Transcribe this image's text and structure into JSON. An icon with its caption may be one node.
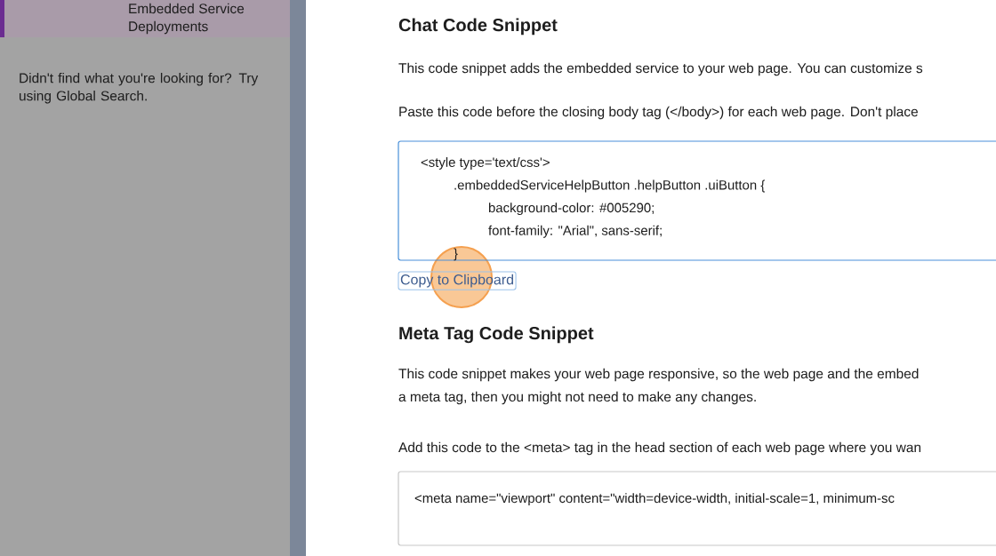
{
  "diagram": {
    "nodes": [
      {
        "text": [
          "Embedded Service Deployments"
        ]
      },
      {
        "text": [
          "<style type='text/css'>",
          ".embeddedServiceHelpButton .helpButton .uiButton {",
          "background-color: #005290;",
          "font-family: \"Arial\", sans-serif;",
          "}"
        ]
      },
      {
        "text": [
          "Copy to Clipboard"
        ]
      },
      {
        "text": [
          "<meta name=\"viewport\" content=\"width=device-width, initial-scale=1, minimum-sc"
        ]
      }
    ],
    "labels": [
      "Didn't find what you're looking for? Try using Global Search.",
      "Chat Code Snippet",
      "This code snippet adds the embedded service to your web page. You can customize s",
      "Paste this code before the closing body tag (</body>) for each web page. Don't place",
      "Meta Tag Code Snippet",
      "This code snippet makes your web page responsive, so the web page and the embed",
      "a meta tag, then you might not need to make any changes.",
      "Add this code to the <meta> tag in the head section of each web page where you wan"
    ]
  }
}
